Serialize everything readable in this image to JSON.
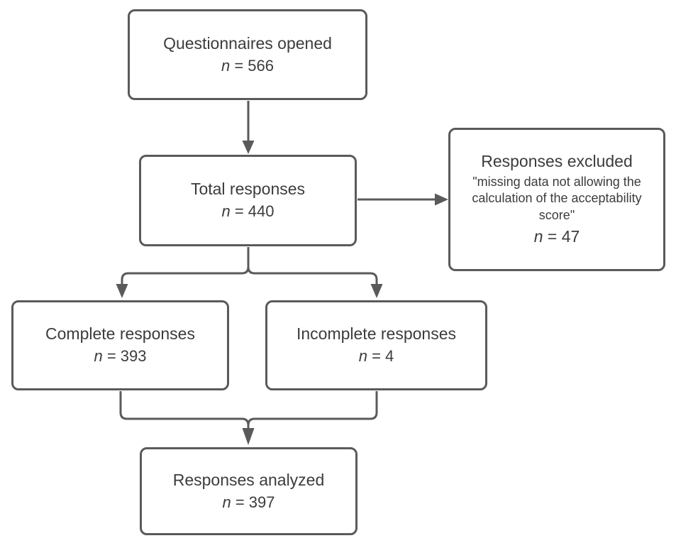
{
  "diagram": {
    "type": "flowchart",
    "colors": {
      "line": "#5a5a5a",
      "text": "#3c3c3c",
      "box_fill": "#ffffff"
    },
    "nodes": {
      "opened": {
        "label": "Questionnaires opened",
        "n_symbol": "n",
        "n_value": "= 566"
      },
      "total": {
        "label": "Total responses",
        "n_symbol": "n",
        "n_value": "= 440"
      },
      "excluded": {
        "label": "Responses excluded",
        "reason": "\"missing data not allowing the calculation of the acceptability score\"",
        "n_symbol": "n",
        "n_value": "= 47"
      },
      "complete": {
        "label": "Complete responses",
        "n_symbol": "n",
        "n_value": "= 393"
      },
      "incomplete": {
        "label": "Incomplete responses",
        "n_symbol": "n",
        "n_value": "= 4"
      },
      "analyzed": {
        "label": "Responses analyzed",
        "n_symbol": "n",
        "n_value": "= 397"
      }
    }
  }
}
